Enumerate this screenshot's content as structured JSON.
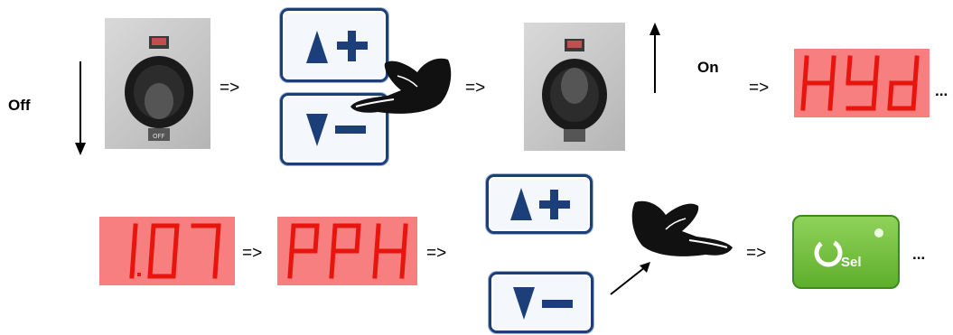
{
  "labels": {
    "off": "Off",
    "on": "On",
    "arrow": "=>",
    "ellipsis": "...",
    "ellipsis_top": "..."
  },
  "displays": {
    "hyd": "HYd",
    "version": "1.07",
    "pph": "PPH"
  },
  "buttons": {
    "up": "▲+",
    "down": "▼−",
    "sel": "Sel"
  },
  "colors": {
    "display_bg": "#f77f7f",
    "display_segment": "#e8150f",
    "button_border": "#1c3f7a",
    "sel_button": "#6cbf3a"
  },
  "icons": {
    "switch": "rocker-switch-icon",
    "hand": "pointing-hand-icon",
    "power": "power-cycle-icon"
  }
}
